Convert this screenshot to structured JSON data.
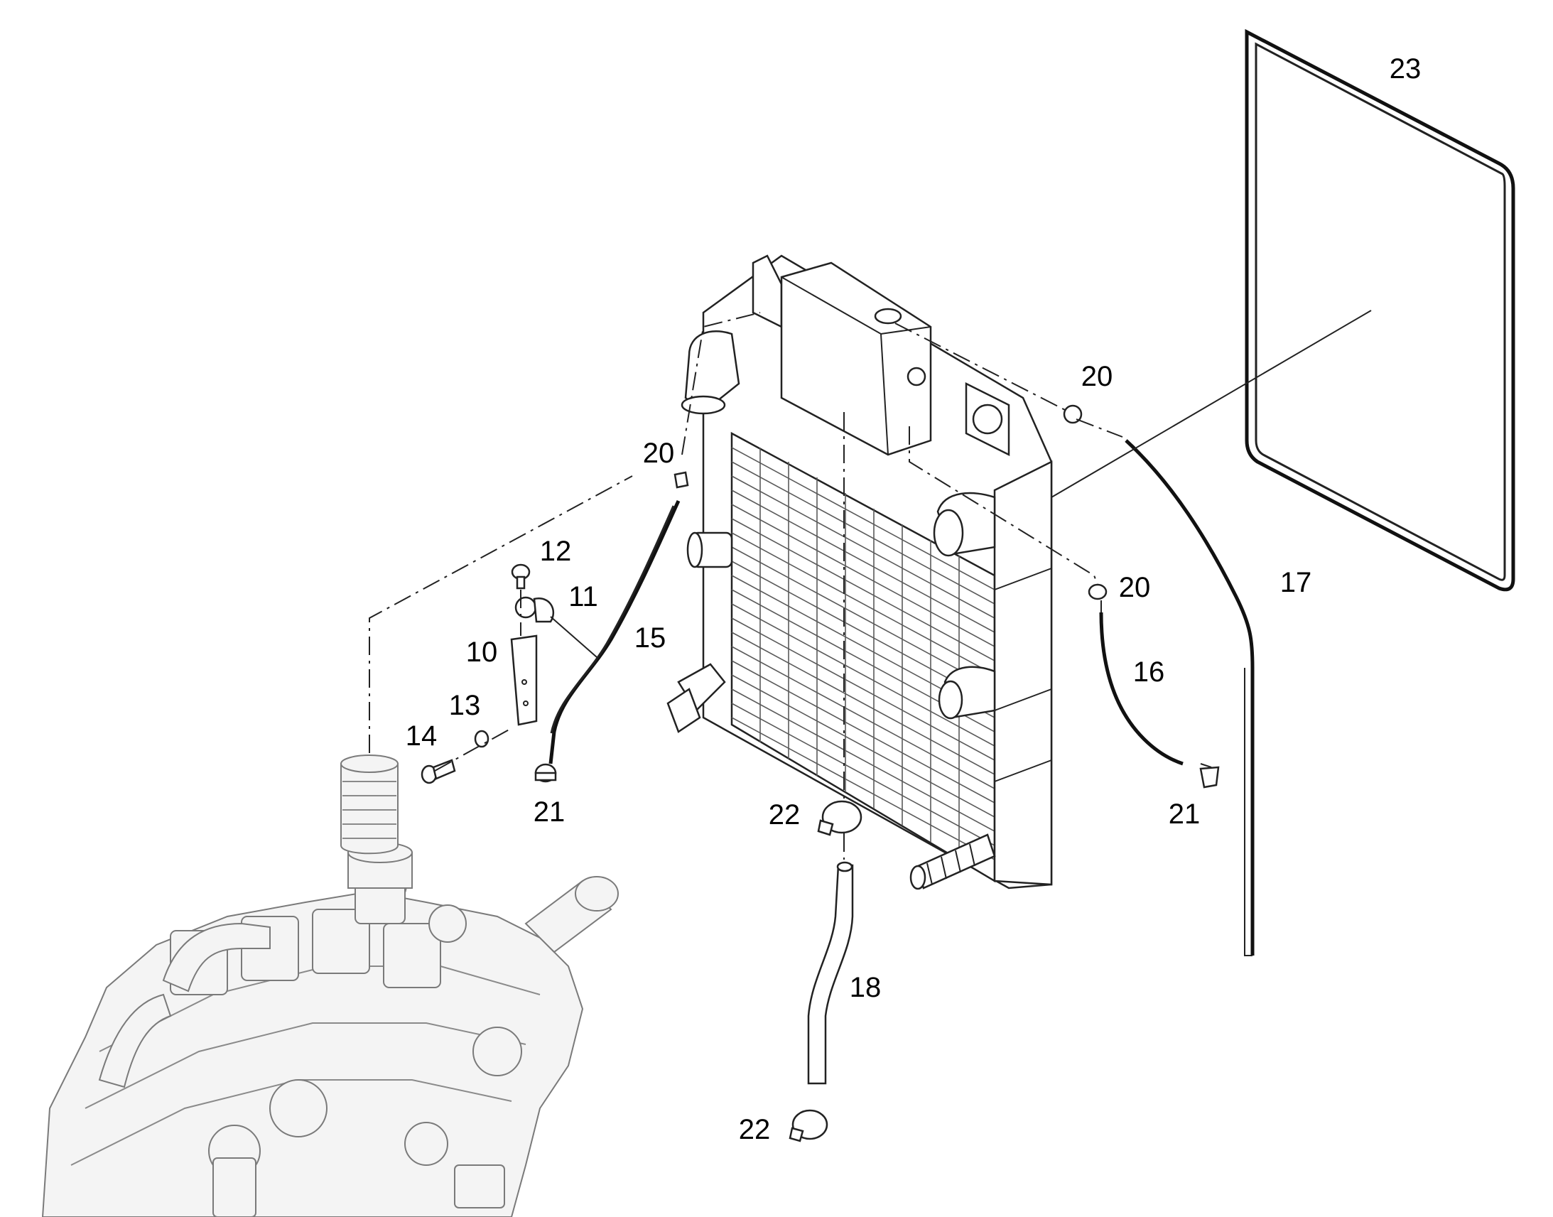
{
  "callouts": {
    "c10": "10",
    "c11": "11",
    "c12": "12",
    "c13": "13",
    "c14": "14",
    "c15": "15",
    "c16": "16",
    "c17": "17",
    "c18": "18",
    "c20a": "20",
    "c20b": "20",
    "c20c": "20",
    "c21a": "21",
    "c21b": "21",
    "c22a": "22",
    "c22b": "22",
    "c23": "23"
  }
}
